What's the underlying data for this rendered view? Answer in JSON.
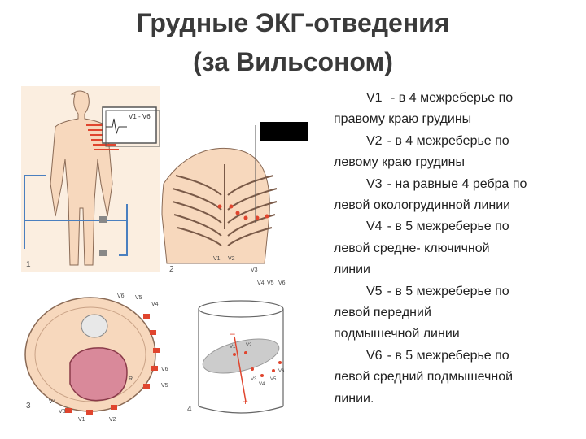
{
  "title": {
    "line1": "Грудные ЭКГ-отведения",
    "line2": "(за Вильсоном)"
  },
  "leads": [
    {
      "code": "V1",
      "lines": [
        "  - в 4 межреберье по",
        "правому краю грудины"
      ]
    },
    {
      "code": "V2",
      "lines": [
        "- в 4 межреберье по",
        "левому краю грудины"
      ]
    },
    {
      "code": "V3",
      "lines": [
        "- на равные 4 ребра по",
        "левой окологрудинной линии"
      ]
    },
    {
      "code": "V4",
      "lines": [
        "- в 5 межреберье по",
        "левой средне- ключичной",
        "линии"
      ]
    },
    {
      "code": "V5",
      "lines": [
        "- в 5 межреберье по",
        "левой передний",
        "подмышечной линии"
      ]
    },
    {
      "code": "V6",
      "lines": [
        "- в 5 межреберье по",
        "левой средний подмышечной",
        "линии."
      ]
    }
  ],
  "figure": {
    "panel_numbers": [
      "1",
      "2",
      "3",
      "4"
    ],
    "ecg_label": "V1 - V6",
    "chest_labels": [
      "V1",
      "V2",
      "V3",
      "V4",
      "V5",
      "V6"
    ],
    "section_labels": [
      "V1",
      "V2",
      "V3",
      "V4",
      "V5",
      "V6",
      "V6",
      "V5",
      "V4",
      "R"
    ],
    "vessel_labels": [
      "V1",
      "V2",
      "V3",
      "V4",
      "V5",
      "V6",
      "–",
      "+"
    ],
    "colors": {
      "skin": "#f7d8bd",
      "red": "#e0452e",
      "cable": "#4a7fbf",
      "outline": "#8a6a55"
    }
  }
}
